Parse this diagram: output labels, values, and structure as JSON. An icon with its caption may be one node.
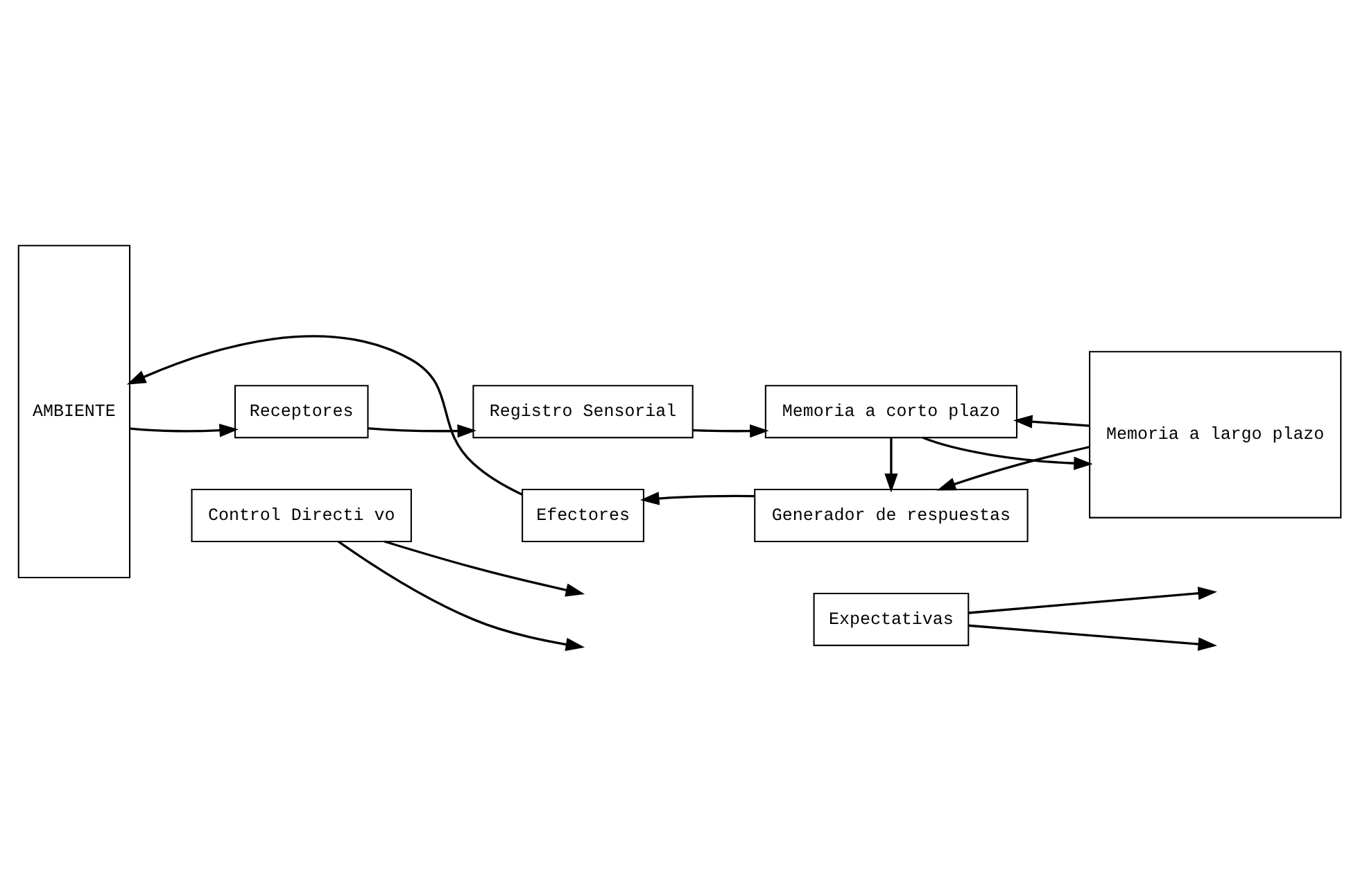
{
  "diagram": {
    "nodes": [
      {
        "text": [
          "AMBIENTE"
        ]
      },
      {
        "text": [
          "Efectores"
        ]
      },
      {
        "text": [
          "Generador de respuestas"
        ]
      },
      {
        "text": [
          "Receptores"
        ]
      },
      {
        "text": [
          "Registro Sensorial"
        ]
      },
      {
        "text": [
          "Memoria a corto plazo"
        ]
      },
      {
        "text": [
          "Memoria a largo plazo"
        ]
      },
      {
        "text": [
          "Control Directi vo"
        ]
      },
      {
        "text": [
          "Expectativas"
        ]
      }
    ],
    "edges": [
      {
        "from": 2,
        "to": 1,
        "arrow": "to"
      },
      {
        "from": 1,
        "to": 0,
        "arrow": "to"
      },
      {
        "from": 0,
        "to": 3,
        "arrow": "to"
      },
      {
        "from": 3,
        "to": 4,
        "arrow": "to"
      },
      {
        "from": 4,
        "to": 5,
        "arrow": "to"
      },
      {
        "from": 5,
        "to": 2,
        "arrow": "to"
      },
      {
        "from": 6,
        "to": 2,
        "arrow": "to"
      },
      {
        "from": 6,
        "to": 5,
        "arrow": "to"
      },
      {
        "from": 5,
        "to": 6,
        "arrow": "to"
      },
      {
        "from": 7,
        "to": null,
        "arrow": "to"
      },
      {
        "from": 7,
        "to": null,
        "arrow": "to"
      },
      {
        "from": 8,
        "to": null,
        "arrow": "to"
      },
      {
        "from": 8,
        "to": null,
        "arrow": "to"
      }
    ]
  }
}
